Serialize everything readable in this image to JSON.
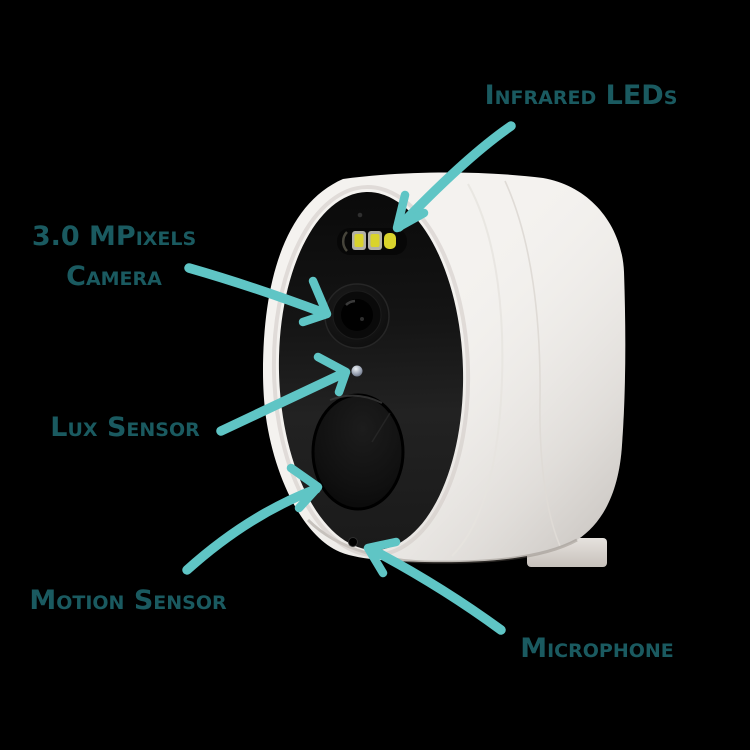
{
  "colors": {
    "background": "#000000",
    "label_text": "#1a5a60",
    "arrow": "#5fc5c5",
    "camera_body": "#f4f2ef",
    "camera_face": "#111111",
    "ir_led_yellow": "#d9d32c",
    "lux_sensor_gray_blue": "#8b94a4"
  },
  "labels": {
    "infrared_leds": {
      "text": "Infrared LEDs"
    },
    "camera": {
      "line1": "3.0 MPixels",
      "line2": "Camera"
    },
    "lux_sensor": {
      "text": "Lux Sensor"
    },
    "motion_sensor": {
      "text": "Motion Sensor"
    },
    "microphone": {
      "text": "Microphone"
    }
  }
}
